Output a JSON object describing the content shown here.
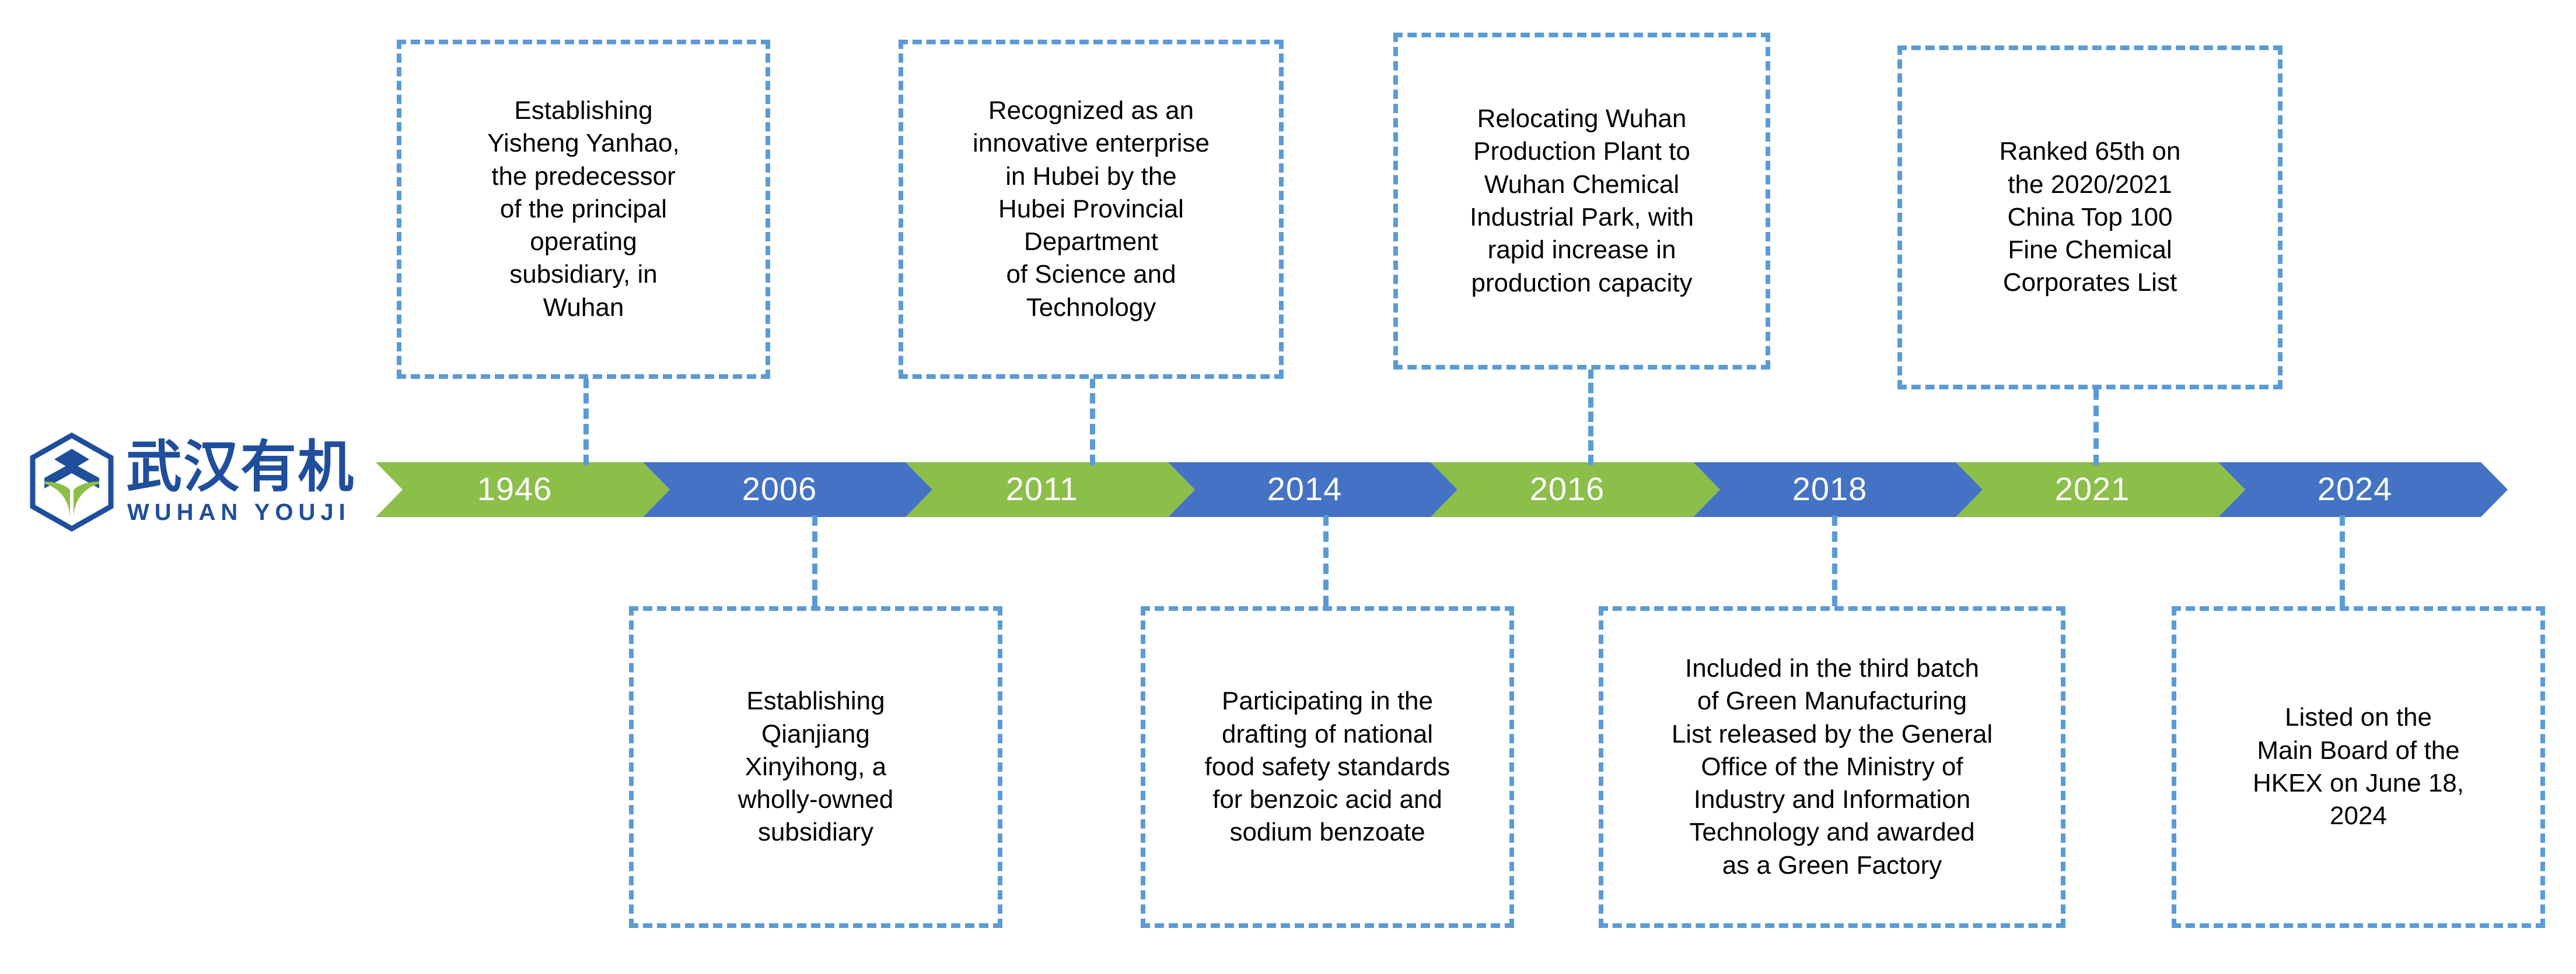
{
  "logo": {
    "chinese_name": "武汉有机",
    "english_name": "WUHAN  YOUJI",
    "mark_icon": "hexagon-leaf-logo-icon",
    "colors": {
      "blue": "#1F4E9C",
      "green": "#8CBE4A"
    }
  },
  "colors": {
    "chevron_green": "#8CBE4A",
    "chevron_blue": "#4472C4",
    "dashed_border": "#5B9BD5",
    "year_text": "#FFFFFF",
    "body_text": "#000000",
    "background": "#FFFFFF"
  },
  "chart_data": {
    "type": "timeline",
    "title": "Company milestone timeline",
    "orientation": "horizontal",
    "milestones": [
      {
        "year": "1946",
        "chevron_color": "#8CBE4A",
        "callout_position": "top",
        "text": "Establishing\nYisheng Yanhao,\nthe predecessor\nof the principal\noperating\nsubsidiary, in\nWuhan"
      },
      {
        "year": "2006",
        "chevron_color": "#4472C4",
        "callout_position": "bottom",
        "text": "Establishing\nQianjiang\nXinyihong, a\nwholly-owned\nsubsidiary"
      },
      {
        "year": "2011",
        "chevron_color": "#8CBE4A",
        "callout_position": "top",
        "text": "Recognized as an\ninnovative enterprise\nin Hubei by the\nHubei Provincial\nDepartment\nof Science and\nTechnology"
      },
      {
        "year": "2014",
        "chevron_color": "#4472C4",
        "callout_position": "bottom",
        "text": "Participating in the\ndrafting of national\nfood safety standards\nfor benzoic acid and\nsodium benzoate"
      },
      {
        "year": "2016",
        "chevron_color": "#8CBE4A",
        "callout_position": "top",
        "text": "Relocating Wuhan\nProduction Plant to\nWuhan Chemical\nIndustrial Park, with\nrapid increase in\nproduction capacity"
      },
      {
        "year": "2018",
        "chevron_color": "#4472C4",
        "callout_position": "bottom",
        "text": "Included in the third batch\nof Green Manufacturing\nList released by the General\nOffice of the Ministry of\nIndustry and Information\nTechnology and awarded\nas a Green Factory"
      },
      {
        "year": "2021",
        "chevron_color": "#8CBE4A",
        "callout_position": "top",
        "text": "Ranked 65th on\nthe 2020/2021\nChina Top 100\nFine Chemical\nCorporates List"
      },
      {
        "year": "2024",
        "chevron_color": "#4472C4",
        "callout_position": "bottom",
        "text": "Listed on the\nMain Board of the\nHKEX on June 18,\n2024"
      }
    ]
  }
}
